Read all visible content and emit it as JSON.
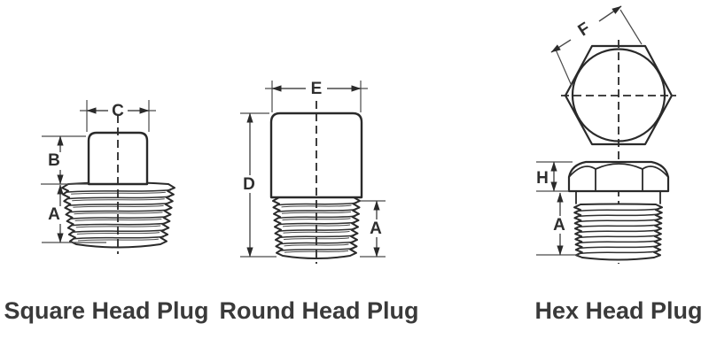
{
  "colors": {
    "background": "#ffffff",
    "line": "#2a2a2a",
    "dim_line": "#4a4a4a",
    "text": "#3a3a3a"
  },
  "figures": [
    {
      "caption": "Square Head Plug",
      "labels": {
        "head_width": "C",
        "head_height": "B",
        "thread_length": "A"
      }
    },
    {
      "caption": "Round Head Plug",
      "labels": {
        "head_width": "E",
        "overall_height": "D",
        "thread_length": "A"
      }
    },
    {
      "caption": "Hex Head Plug",
      "labels": {
        "width_across_corners": "F",
        "head_height": "H",
        "thread_length": "A"
      }
    }
  ]
}
